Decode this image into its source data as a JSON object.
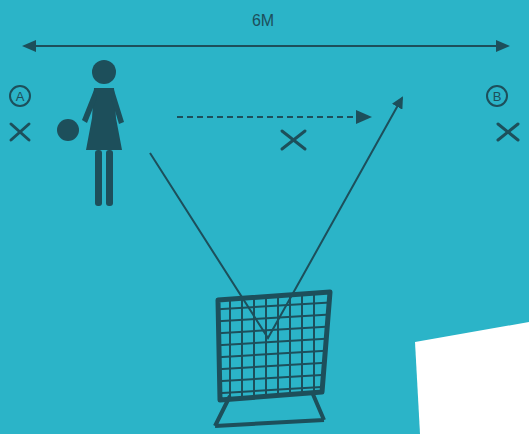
{
  "diagram": {
    "nodes": [
      {
        "text": [
          "A"
        ]
      },
      {
        "text": [
          "B"
        ]
      }
    ],
    "labels": [
      "6M"
    ]
  }
}
